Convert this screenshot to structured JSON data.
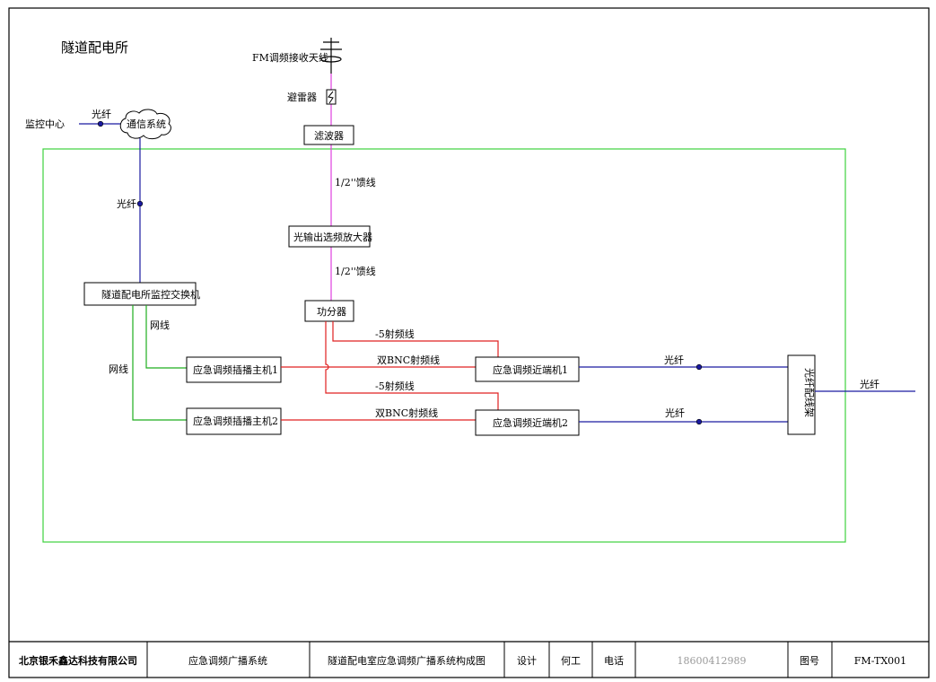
{
  "diagram": {
    "title": "隧道配电所",
    "antenna_label": "FM调频接收天线",
    "arrester_label": "避雷器",
    "filter_label": "滤波器",
    "feeder_top_label": "1/2''馈线",
    "amplifier_label": "光输出选频放大器",
    "feeder_mid_label": "1/2''馈线",
    "splitter_label": "功分器",
    "monitor_center_label": "监控中心",
    "fiber_top_label": "光纤",
    "comm_system_label": "通信系统",
    "fiber_left_label": "光纤",
    "switch_label": "隧道配电所监控交换机",
    "net_line_1_label": "网线",
    "net_line_2_label": "网线",
    "host1_label": "应急调频插播主机1",
    "host2_label": "应急调频插播主机2",
    "rf_line_1_label": "-5射频线",
    "bnc_line_1_label": "双BNC射频线",
    "rf_line_2_label": "-5射频线",
    "bnc_line_2_label": "双BNC射频线",
    "near_end1_label": "应急调频近端机1",
    "near_end2_label": "应急调频近端机2",
    "fiber_near1_label": "光纤",
    "fiber_near2_label": "光纤",
    "odf_label": "光纤配线架",
    "fiber_out_label": "光纤"
  },
  "title_block": {
    "company": "北京银禾鑫达科技有限公司",
    "system": "应急调频广播系统",
    "drawing_name": "隧道配电室应急调频广播系统构成图",
    "design_label": "设计",
    "designer": "何工",
    "phone_label": "电话",
    "phone": "18600412989",
    "drawing_no_label": "图号",
    "drawing_no": "FM-TX001"
  },
  "colors": {
    "fiber": "#1a1aa0",
    "net": "#1fae1f",
    "rf": "#e02020",
    "feeder": "#e040e0",
    "region": "#3ed13e",
    "frame": "#000000"
  }
}
